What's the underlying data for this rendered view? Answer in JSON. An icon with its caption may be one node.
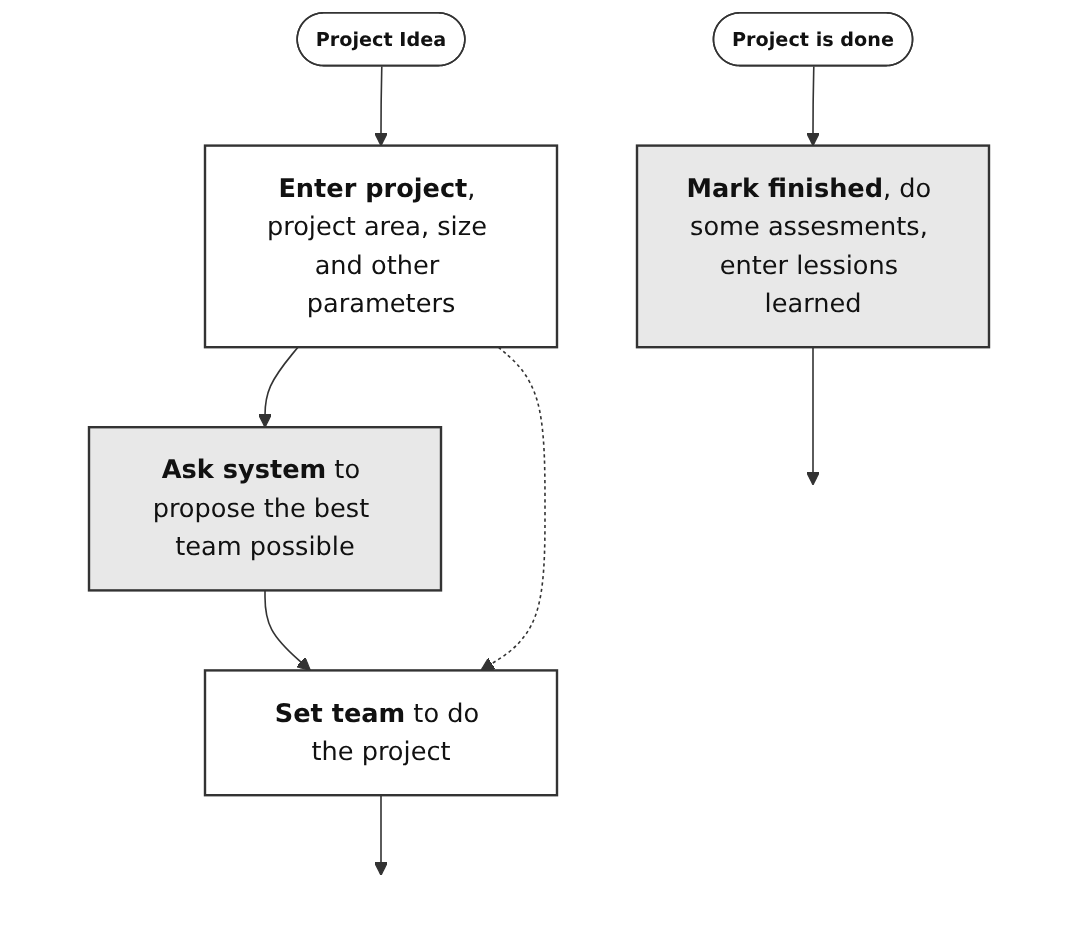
{
  "diagram": {
    "nodes": [
      {
        "text": [
          "Project Idea"
        ]
      },
      {
        "text": [
          "**Enter project**, project area, size and other parameters"
        ]
      },
      {
        "text": [
          "**Ask system** to propose the best team possible"
        ]
      },
      {
        "text": [
          "**Set team** to do the project"
        ]
      },
      {
        "text": [
          "Project is done"
        ]
      },
      {
        "text": [
          "**Mark finished**, do some assesments, enter lessions learned"
        ]
      }
    ],
    "edges": [
      {
        "from": 0,
        "to": 1,
        "arrow": "to"
      },
      {
        "from": 1,
        "to": 2,
        "arrow": "to"
      },
      {
        "from": 1,
        "to": 3,
        "arrow": "to",
        "style": "dashed"
      },
      {
        "from": 2,
        "to": 3,
        "arrow": "to"
      },
      {
        "from": 3,
        "to": null,
        "arrow": "to"
      },
      {
        "from": 4,
        "to": 5,
        "arrow": "to"
      },
      {
        "from": 5,
        "to": null,
        "arrow": "to"
      }
    ]
  }
}
